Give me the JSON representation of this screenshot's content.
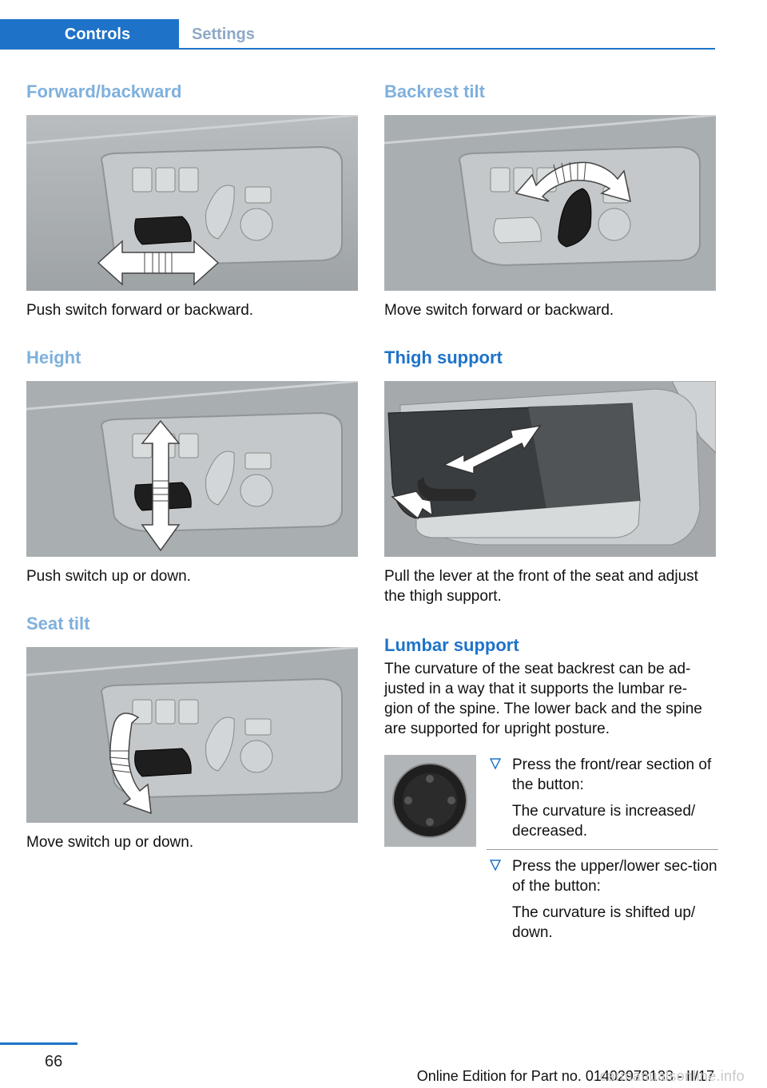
{
  "tabs": {
    "active": "Controls",
    "inactive": "Settings"
  },
  "sections": {
    "forward_backward": {
      "heading": "Forward/backward",
      "caption": "Push switch forward or backward."
    },
    "height": {
      "heading": "Height",
      "caption": "Push switch up or down."
    },
    "seat_tilt": {
      "heading": "Seat tilt",
      "caption": "Move switch up or down."
    },
    "backrest_tilt": {
      "heading": "Backrest tilt",
      "caption": "Move switch forward or backward."
    },
    "thigh_support": {
      "heading": "Thigh support",
      "caption": "Pull the lever at the front of the seat and adjust the thigh support."
    },
    "lumbar_support": {
      "heading": "Lumbar support",
      "paragraph": "The curvature of the seat backrest can be ad‐justed in a way that it supports the lumbar re‐gion of the spine. The lower back and the spine are supported for upright posture.",
      "items": [
        {
          "text": "Press the front/rear section of the button:",
          "sub": "The curvature is increased/ decreased."
        },
        {
          "text": "Press the upper/lower sec‐tion of the button:",
          "sub": "The curvature is shifted up/ down."
        }
      ]
    }
  },
  "footer": {
    "page_number": "66",
    "edition": "Online Edition for Part no. 01402978133 - II/17",
    "watermark": "carmanualsonline.info"
  },
  "colors": {
    "accent": "#1e73c8",
    "heading_light": "#7fb0dd"
  },
  "icons": [
    "seat-switch-panel-image",
    "thigh-support-image",
    "lumbar-knob-image",
    "list-triangle-icon"
  ]
}
